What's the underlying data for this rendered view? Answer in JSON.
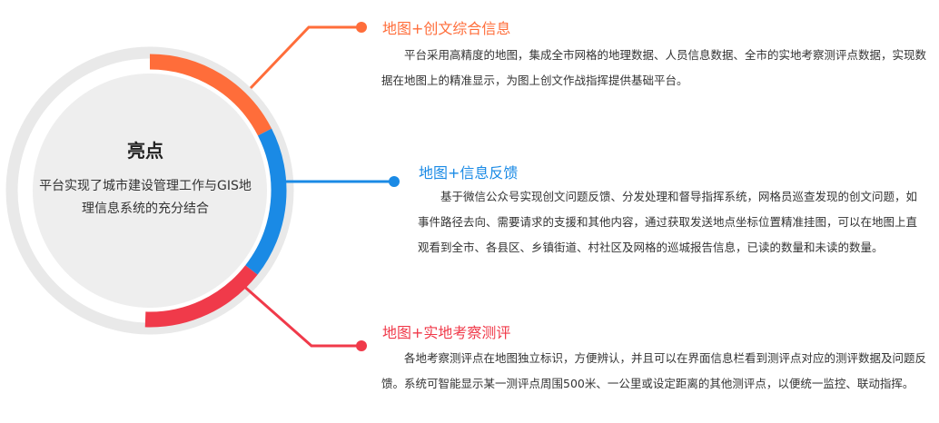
{
  "colors": {
    "orange": "#ff6d3a",
    "blue": "#1a8ae5",
    "red": "#f03a4a",
    "circle_bg": "#eeeeee",
    "ring_bg": "#e9e9e9"
  },
  "center": {
    "title": "亮点",
    "description": "平台实现了城市建设管理工作与GIS地理信息系统的充分结合"
  },
  "items": [
    {
      "title": "地图+创文综合信息",
      "body": "平台采用高精度的地图，集成全市网格的地理数据、人员信息数据、全市的实地考察测评点数据，实现数据在地图上的精准显示，为图上创文作战指挥提供基础平台。",
      "color": "orange"
    },
    {
      "title": "地图+信息反馈",
      "body": "基于微信公众号实现创文问题反馈、分发处理和督导指挥系统，网格员巡查发现的创文问题，如事件路径去向、需要请求的支援和其他内容，通过获取发送地点坐标位置精准挂图，可以在地图上直观看到全市、各县区、乡镇街道、村社区及网格的巡城报告信息，已读的数量和未读的数量。",
      "color": "blue"
    },
    {
      "title": "地图+实地考察测评",
      "body": "各地考察测评点在地图独立标识，方便辨认，并且可以在界面信息栏看到测评点对应的测评数据及问题反馈。系统可智能显示某一测评点周围500米、一公里或设定距离的其他测评点，以便统一监控、联动指挥。",
      "color": "red"
    }
  ]
}
